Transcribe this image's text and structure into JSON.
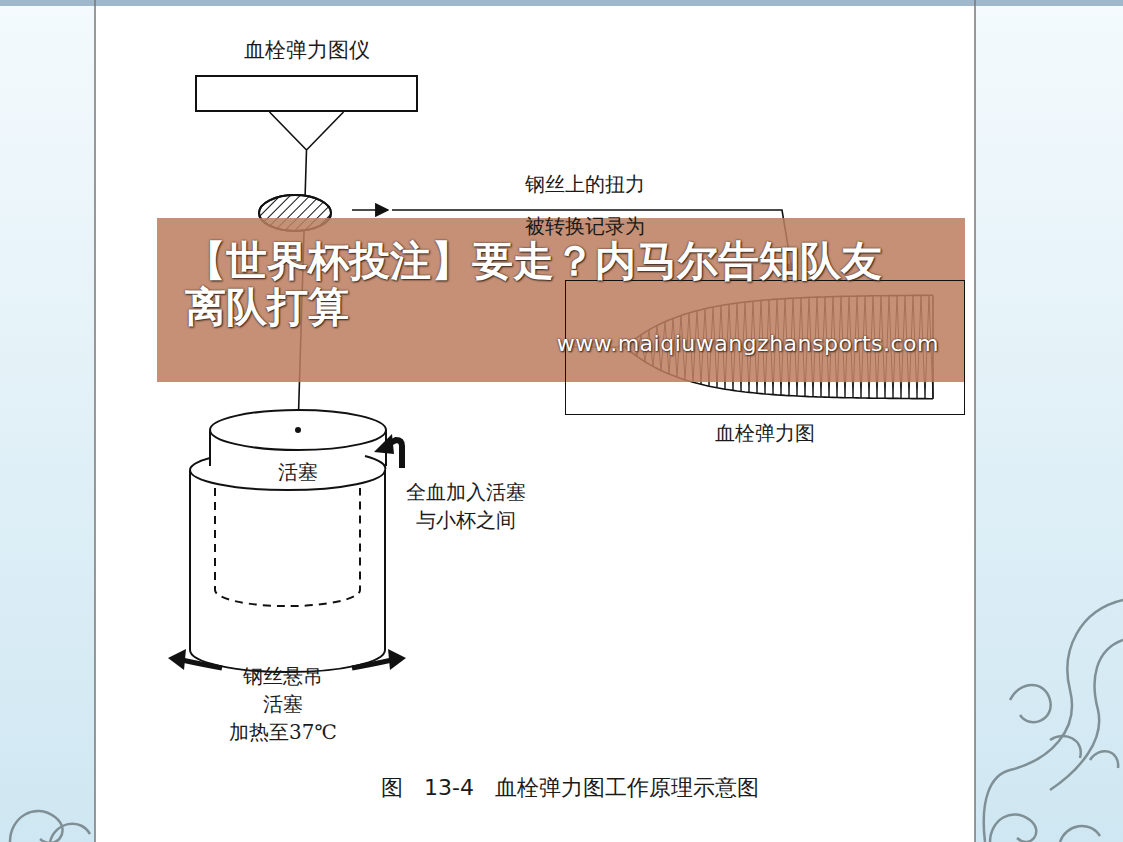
{
  "diagram": {
    "caption": "图 13-4 血栓弹力图工作原理示意图",
    "nodes": [
      {
        "text": [
          "血栓弹力图仪"
        ]
      },
      {
        "text": [
          "【世界杯投注】要走？内马尔告知队友离队打算",
          "www.maiqiuwangzhansports.com"
        ]
      },
      {
        "text": [
          "血栓弹力图"
        ]
      },
      {
        "text": [
          "活塞"
        ]
      }
    ],
    "edges": [
      {
        "from": 0,
        "to": 3,
        "arrow": "none"
      }
    ],
    "labels": [
      "钢丝上的扭力",
      "被转换记录为",
      "全血加入活塞",
      "与小杯之间",
      "钢丝悬吊",
      "活塞",
      "加热至37℃"
    ]
  }
}
